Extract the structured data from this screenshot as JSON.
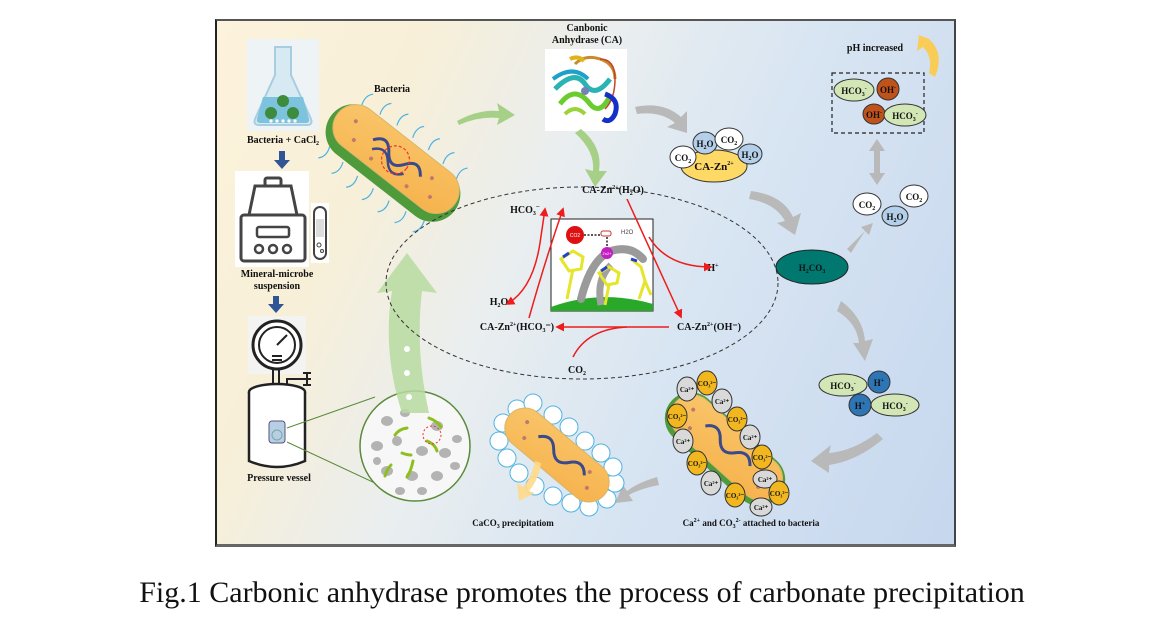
{
  "figure": {
    "caption": "Fig.1 Carbonic anhydrase promotes the process of carbonate precipitation"
  },
  "left_panel": {
    "flask_label": "Bacteria + CaCl",
    "flask_label_sub": "2",
    "centrifuge_label_line1": "Mineral-microbe",
    "centrifuge_label_line2": "suspension",
    "vessel_label": "Pressure vessel"
  },
  "bacteria_label": "Bacteria",
  "enzyme": {
    "label_line1": "Canbonic",
    "label_line2": "Anhydrase (CA)"
  },
  "complex": {
    "center": "CA-Zn",
    "center_sup": "2+",
    "molecules": [
      "CO2",
      "H2O",
      "CO2",
      "H2O"
    ]
  },
  "cycle": {
    "top": "CA-Zn2+(H2O)",
    "right": "CA-Zn2+(OH−)",
    "left": "CA-Zn2+(HCO3−)",
    "bottom_in": "CO2",
    "out_h": "H+",
    "out_hco3": "HCO3−",
    "out_h2o": "H2O",
    "active_site_labels": [
      "CO2",
      "H2O",
      "Zn2+"
    ]
  },
  "right_panel": {
    "ph_label": "pH increased",
    "box_ions": [
      "HCO3−",
      "OH−",
      "OH−",
      "HCO3−"
    ],
    "gas_cluster": [
      "CO2",
      "CO2",
      "H2O"
    ],
    "carbonic_acid": "H2CO3",
    "dissociation": [
      "HCO3−",
      "H+",
      "H+",
      "HCO3−"
    ]
  },
  "bottom": {
    "attached_label": "Ca2+ and CO32- attached to bacteria",
    "precip_label": "CaCO3 precipitatiom",
    "attached_ions": [
      "Ca2+",
      "CO32-"
    ]
  },
  "colors": {
    "green_arrow": "#a6cf87",
    "gray_arrow": "#b9b9b9",
    "red_arrow": "#ee1c1c",
    "hco3_fill": "#d3e6b6",
    "oh_fill": "#c0521b",
    "h_fill": "#2e75b6",
    "h2co3_fill": "#00776f",
    "ca_zn_fill": "#ffd966",
    "co3_fill": "#f2b71f",
    "ca_fill": "#d9d9d9",
    "h2o_fill": "#b4cfe9"
  }
}
